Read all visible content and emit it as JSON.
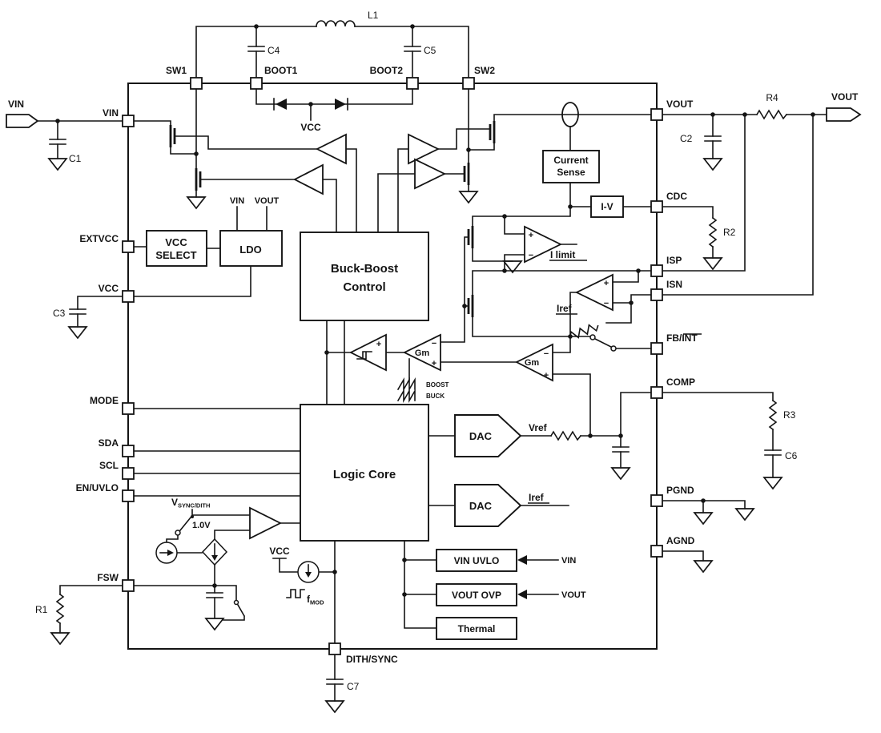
{
  "connectors": {
    "input": "VIN",
    "output": "VOUT"
  },
  "pins": {
    "left": [
      "VIN",
      "EXTVCC",
      "VCC",
      "MODE",
      "SDA",
      "SCL",
      "EN/UVLO",
      "FSW"
    ],
    "top": [
      "SW1",
      "BOOT1",
      "BOOT2",
      "SW2"
    ],
    "right": [
      "VOUT",
      "CDC",
      "ISP",
      "ISN",
      "FB/INT",
      "COMP",
      "PGND",
      "AGND"
    ],
    "bottom": [
      "DITH/SYNC"
    ]
  },
  "blocks": {
    "vcc_select": {
      "line1": "VCC",
      "line2": "SELECT"
    },
    "ldo": {
      "label": "LDO",
      "in": "VIN",
      "out": "VOUT"
    },
    "buck_boost": {
      "line1": "Buck-Boost",
      "line2": "Control"
    },
    "current_sense": {
      "line1": "Current",
      "line2": "Sense"
    },
    "iv": {
      "label": "I-V"
    },
    "logic": {
      "label": "Logic Core"
    },
    "dac_v": {
      "label": "DAC",
      "out": "Vref"
    },
    "dac_i": {
      "label": "DAC",
      "out": "Iref"
    },
    "vin_uvlo": {
      "label": "VIN UVLO",
      "src": "VIN"
    },
    "vout_ovp": {
      "label": "VOUT OVP",
      "src": "VOUT"
    },
    "thermal": {
      "label": "Thermal"
    }
  },
  "amps": {
    "gm1": "Gm",
    "gm2": "Gm",
    "ilimit": "I limit",
    "iref": "Iref"
  },
  "signs": {
    "plus": "+",
    "minus": "−"
  },
  "ramp": {
    "boost": "BOOST",
    "buck": "BUCK"
  },
  "boot": {
    "vcc": "VCC"
  },
  "osc": {
    "vsync": "V",
    "vsync_sub": "SYNC/DITH",
    "ref": "1.0V",
    "vcc": "VCC",
    "fmod": "f",
    "fmod_sub": "MOD"
  },
  "components": {
    "l1": "L1",
    "c1": "C1",
    "c2": "C2",
    "c3": "C3",
    "c4": "C4",
    "c5": "C5",
    "c6": "C6",
    "c7": "C7",
    "r1": "R1",
    "r2": "R2",
    "r3": "R3",
    "r4": "R4"
  }
}
